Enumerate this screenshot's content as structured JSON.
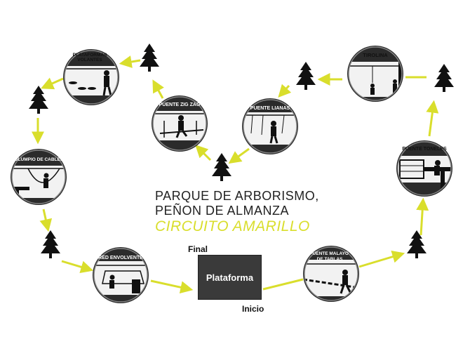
{
  "title": {
    "line1": "PARQUE DE ARBORISMO,",
    "line2": "PEÑON DE ALMANZA",
    "line3": "CIRCUITO AMARILLO"
  },
  "platform": {
    "label": "Plataforma",
    "final_label": "Final",
    "start_label": "Inicio"
  },
  "stations": [
    {
      "name": "PLATAFORMAS VOLANTES"
    },
    {
      "name": "PUENTE ZIG ZAG"
    },
    {
      "name": "PUENTE LIANAS"
    },
    {
      "name": "TIROLINA"
    },
    {
      "name": "PUENTE TONELES"
    },
    {
      "name": "PUENTE MALAYO DE TABLAS"
    },
    {
      "name": "RED ENVOLVENTE"
    },
    {
      "name": "COLUMPIO DE CABLES"
    }
  ],
  "colors": {
    "path": "#d9de2c",
    "circle_dark": "#2b2b2b",
    "tree": "#111111",
    "platform": "#3a3a3a"
  }
}
